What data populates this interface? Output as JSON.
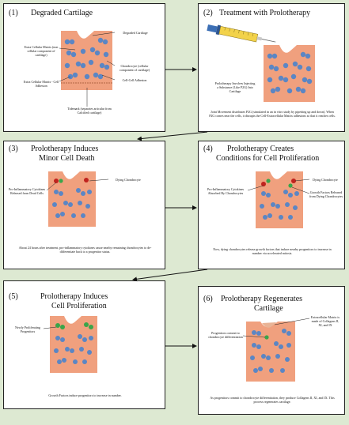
{
  "colors": {
    "background": "#dde9d2",
    "cartilage": "#f0a07e",
    "cell": "#5b86c4",
    "dying_cell": "#c0231e",
    "progenitor": "#3aa54a",
    "syringe_body": "#f2d24a",
    "syringe_plunger": "#3c6fb5"
  },
  "panels": [
    {
      "num": "(1)",
      "title": "Degraded Cartilage",
      "labels": {
        "degraded": "Degraded Cartilage",
        "ecm": "Extra Cellular Matrix (non cellular component of cartilage)",
        "chondrocyte": "Chondrocyte (cellular component of cartilage)",
        "cell_cell": "Cell-Cell Adhesion",
        "ecm_adhesion": "Extra Cellular Matrix - Cell Adhesion",
        "tidemark": "Tidemark (separates articular from Calcified cartilage)"
      }
    },
    {
      "num": "(2)",
      "title": "Treatment with Prolotherapy",
      "labels": {
        "prolo": "Prolotherapy Involves Injecting a Substance (Like P2G) Into Cartilage"
      },
      "caption": "Joint Movement distributes P2G (simulated in an in vitro study by pipetting up and down). When P2G comes near the cells, it disrupts the Cell-Extracellular Matrix adhesions so that it reaches cells."
    },
    {
      "num": "(3)",
      "title_line1": "Prolotherapy Induces",
      "title_line2": "Minor Cell Death",
      "labels": {
        "dying": "Dying Chondrocyte",
        "proinflam": "Pro-Inflammatory Cytokines Released from Dead Cells"
      },
      "caption": "About 24 hours after treatment, pro-inflammatory cytokines cause nearby remaining chondrocytes to de-differentiate back to a progenitor status."
    },
    {
      "num": "(4)",
      "title_line1": "Prolotherapy Creates",
      "title_line2": "Conditions for Cell Proliferation",
      "labels": {
        "proinflam": "Pro-Inflammatory Cytokines Absorbed By Chondrocytes",
        "dying": "Dying Chondrocyte",
        "growth": "Growth Factors Released from Dying Chondrocytes"
      },
      "caption": "Now, dying chondrocytes release growth factors that induce nearby progenitors to increase in number via accelerated mitosis."
    },
    {
      "num": "(5)",
      "title_line1": "Prolotherapy Induces",
      "title_line2": "Cell Proliferation",
      "labels": {
        "newly": "Newly Proliferating Progenitors"
      },
      "caption": "Growth Factors induce progenitors to increase in number."
    },
    {
      "num": "(6)",
      "title_line1": "Prolotherapy Regenerates",
      "title_line2": "Cartilage",
      "labels": {
        "ecm": "Extracellular Matrix is made of Collagens II, XI, and IX",
        "progen": "Progenitors commit to chondrocyte differentiation"
      },
      "caption": "As progenitors commit to chondrocyte differentiation, they produce Collagens II, XI, and IX. This process regenerates cartilage."
    }
  ]
}
